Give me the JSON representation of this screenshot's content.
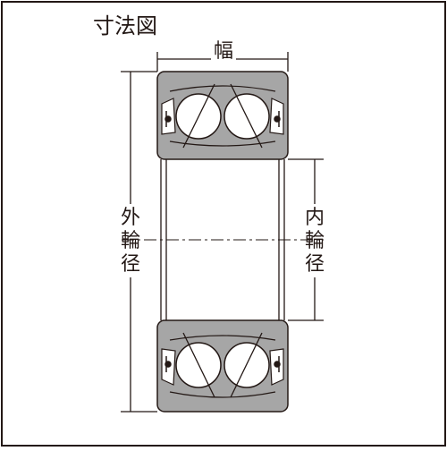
{
  "title": "寸法図",
  "labels": {
    "width": "幅",
    "outer_diameter": [
      "外",
      "輪",
      "径"
    ],
    "inner_diameter": [
      "内",
      "輪",
      "径"
    ]
  },
  "colors": {
    "stroke": "#231815",
    "ring_fill": "#a6a6a6",
    "ball_fill": "#ffffff",
    "background": "#ffffff"
  },
  "icons": {
    "ball": "bearing-ball-icon",
    "seal": "seal-icon"
  }
}
